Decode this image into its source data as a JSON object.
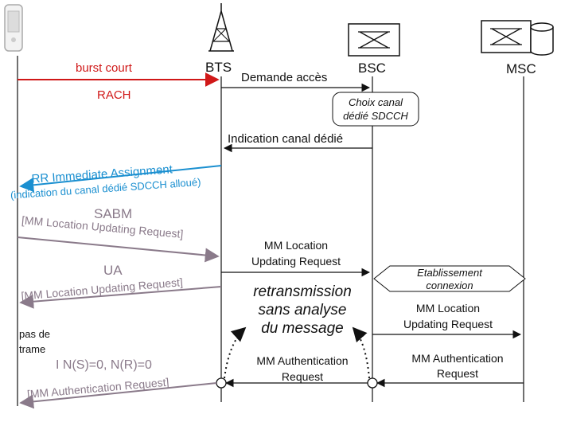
{
  "entities": {
    "bts": "BTS",
    "bsc": "BSC",
    "msc": "MSC"
  },
  "messages": {
    "burst": "burst court",
    "rach": "RACH",
    "demande": "Demande accès",
    "choix_1": "Choix canal",
    "choix_2": "dédié SDCCH",
    "indication": "Indication canal dédié",
    "rr_line1": "RR Immediate Assignment",
    "rr_line2": "(indication du canal dédié SDCCH alloué)",
    "sabm": "SABM",
    "sabm_sub": "[MM Location Updating Request]",
    "mm_loc_1": "MM Location",
    "mm_loc_2": "Updating Request",
    "ua": "UA",
    "ua_sub": "[MM Location Updating Request]",
    "etab_1": "Etablissement",
    "etab_2": "connexion",
    "retrans_1": "retransmission",
    "retrans_2": "sans analyse",
    "retrans_3": "du message",
    "mm_loc2_1": "MM Location",
    "mm_loc2_2": "Updating Request",
    "pas_1": "pas de",
    "pas_2": "trame",
    "ns": "I  N(S)=0, N(R)=0",
    "auth_bts_1": "MM Authentication",
    "auth_bts_2": "Request",
    "auth_msc_1": "MM Authentication",
    "auth_msc_2": "Request",
    "auth_ms": "[MM Authentication Request]"
  },
  "colors": {
    "red": "#d01818",
    "blue": "#1a8fd0",
    "purple": "#8a7a8a",
    "line": "#111111"
  },
  "icons": [
    "mobile-phone-icon",
    "antenna-tower-icon",
    "bsc-switch-icon",
    "msc-switch-icon",
    "database-cylinder-icon"
  ]
}
